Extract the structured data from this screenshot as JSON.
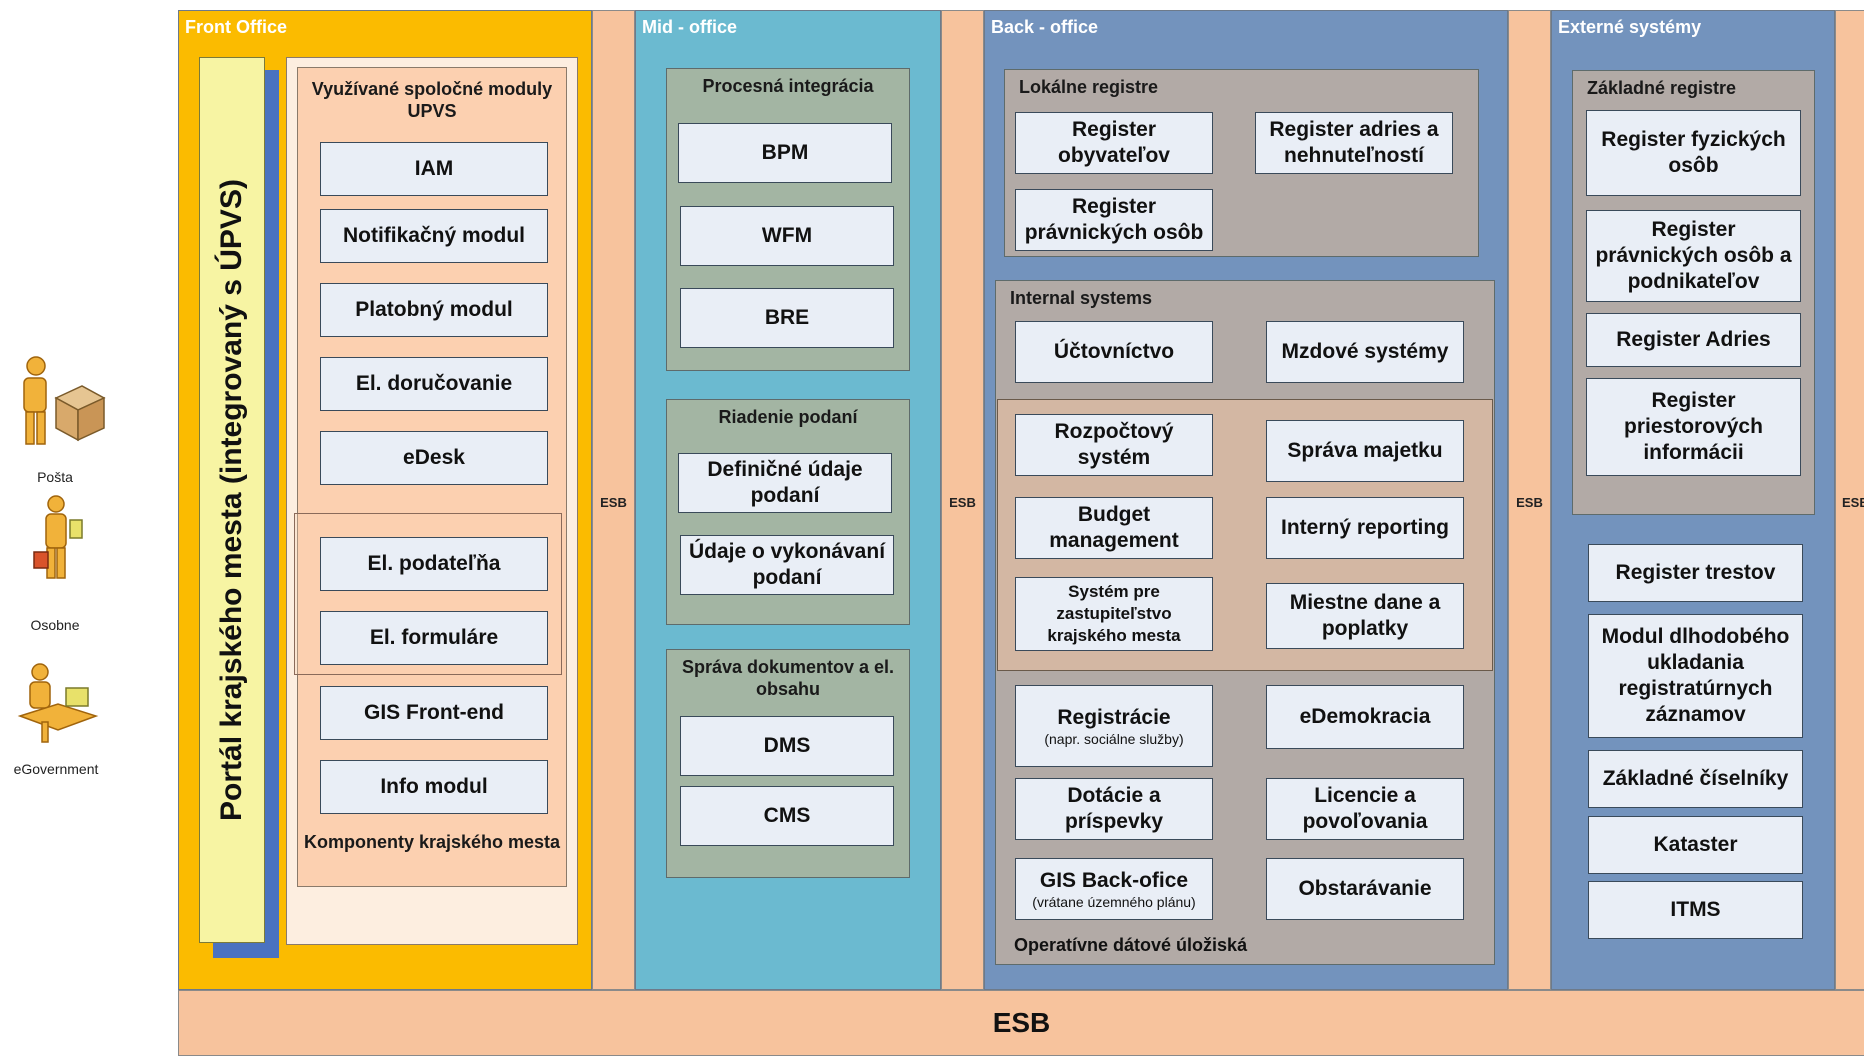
{
  "actors": [
    "Pošta",
    "Osobne",
    "eGovernment"
  ],
  "esb_label": "ESB",
  "esb_strip_label": "ESB",
  "front_office": {
    "title": "Front Office",
    "portal_label": "Portál krajského mesta (integrovaný s ÚPVS)",
    "upvs_group_title": "Využívané spoločné moduly UPVS",
    "upvs_modules": [
      "IAM",
      "Notifikačný modul",
      "Platobný modul",
      "El. doručovanie",
      "eDesk",
      "El. podateľňa",
      "El. formuláre"
    ],
    "other_modules": [
      "GIS Front-end",
      "Info modul"
    ],
    "components_caption": "Komponenty krajského mesta"
  },
  "mid_office": {
    "title": "Mid - office",
    "groups": [
      {
        "title": "Procesná integrácia",
        "items": [
          "BPM",
          "WFM",
          "BRE"
        ]
      },
      {
        "title": "Riadenie podaní",
        "items": [
          "Definičné údaje podaní",
          "Údaje o vykonávaní podaní"
        ]
      },
      {
        "title": "Správa dokumentov a el. obsahu",
        "items": [
          "DMS",
          "CMS"
        ]
      }
    ]
  },
  "back_office": {
    "title": "Back - office",
    "local_registers_title": "Lokálne registre",
    "local_registers": [
      "Register obyvateľov",
      "Register adries a nehnuteľností",
      "Register právnických osôb"
    ],
    "internal_title": "Internal systems",
    "internal_top": [
      "Účtovníctvo",
      "Mzdové systémy"
    ],
    "internal_highlight": [
      "Rozpočtový systém",
      "Správa majetku",
      "Budget management",
      "Interný reporting",
      "Systém pre zastupiteľstvo krajského mesta",
      "Miestne dane a poplatky"
    ],
    "registracie": {
      "title": "Registrácie",
      "note": "(napr. sociálne služby)"
    },
    "internal_bottom": [
      "eDemokracia",
      "Dotácie a príspevky",
      "Licencie a povoľovania",
      "Obstarávanie"
    ],
    "gis_back": {
      "title": "GIS Back-ofice",
      "note": "(vrátane územného plánu)"
    },
    "operational_storage": "Operatívne dátové úložiská"
  },
  "external": {
    "title": "Externé systémy",
    "base_registers_title": "Základné registre",
    "base_registers": [
      "Register fyzických osôb",
      "Register právnických osôb a podnikateľov",
      "Register Adries",
      "Register priestorových informácii"
    ],
    "other_systems": [
      "Register trestov",
      "Modul dlhodobého ukladania registratúrnych záznamov",
      "Základné číselníky",
      "Kataster",
      "ITMS"
    ]
  },
  "colors": {
    "front_office": "#fbbb00",
    "mid_office": "#6bbad0",
    "back_office": "#7393bd",
    "external": "#7393bd",
    "esb": "#f7c39d",
    "box": "#e9eef6",
    "group_grey": "#b2aaa6",
    "group_green": "#a3b5a3"
  }
}
